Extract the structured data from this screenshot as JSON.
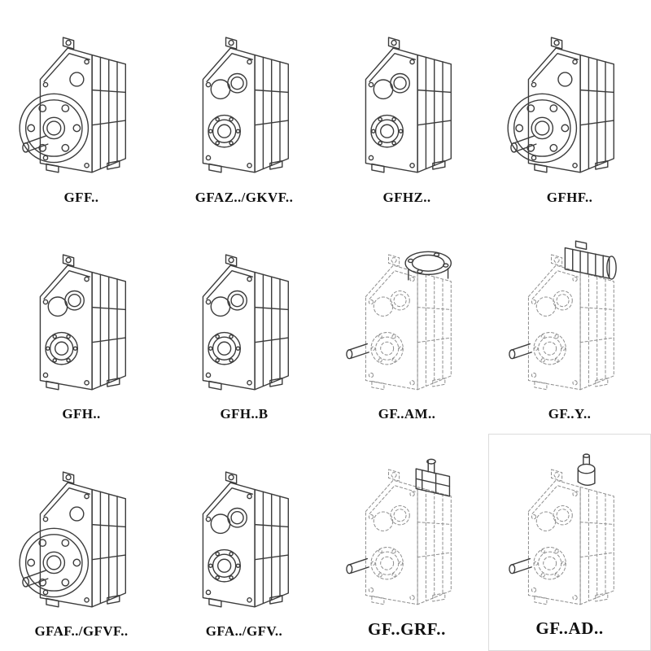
{
  "page": {
    "background": "#ffffff",
    "line_color": "#3c3c3c",
    "phantom_line_color": "#909090"
  },
  "catalog": {
    "items": [
      {
        "label": "GFF..",
        "drawing": "gearbox-output-flange-solid",
        "symbol": "#gb-flange"
      },
      {
        "label": "GFAZ../GKVF..",
        "drawing": "gearbox-hollow-shaft-solid",
        "symbol": "#gb-bore"
      },
      {
        "label": "GFHZ..",
        "drawing": "gearbox-hollow-shaft-shrink-disc",
        "symbol": "#gb-bore"
      },
      {
        "label": "GFHF..",
        "drawing": "gearbox-hollow-shaft-flange-solid",
        "symbol": "#gb-flange"
      },
      {
        "label": "GFH..",
        "drawing": "gearbox-hollow-shaft-solid",
        "symbol": "#gb-bore"
      },
      {
        "label": "GFH..B",
        "drawing": "gearbox-hollow-shaft-foot-mounted",
        "symbol": "#gb-bore"
      },
      {
        "label": "GF..AM..",
        "drawing": "gearbox-phantom-motor-adapter-flange",
        "symbol": "#gb-am"
      },
      {
        "label": "GF..Y..",
        "drawing": "gearbox-phantom-with-motor",
        "symbol": "#gb-motor"
      },
      {
        "label": "GFAF../GFVF..",
        "drawing": "gearbox-output-flange-solid",
        "symbol": "#gb-flange"
      },
      {
        "label": "GFA../GFV..",
        "drawing": "gearbox-solid-shaft",
        "symbol": "#gb-bore"
      },
      {
        "label": "GF..GRF..",
        "drawing": "gearbox-phantom-primary-gear-unit",
        "symbol": "#gb-grf"
      },
      {
        "label": "GF..AD..",
        "drawing": "gearbox-phantom-input-adapter",
        "symbol": "#gb-ad"
      }
    ]
  }
}
